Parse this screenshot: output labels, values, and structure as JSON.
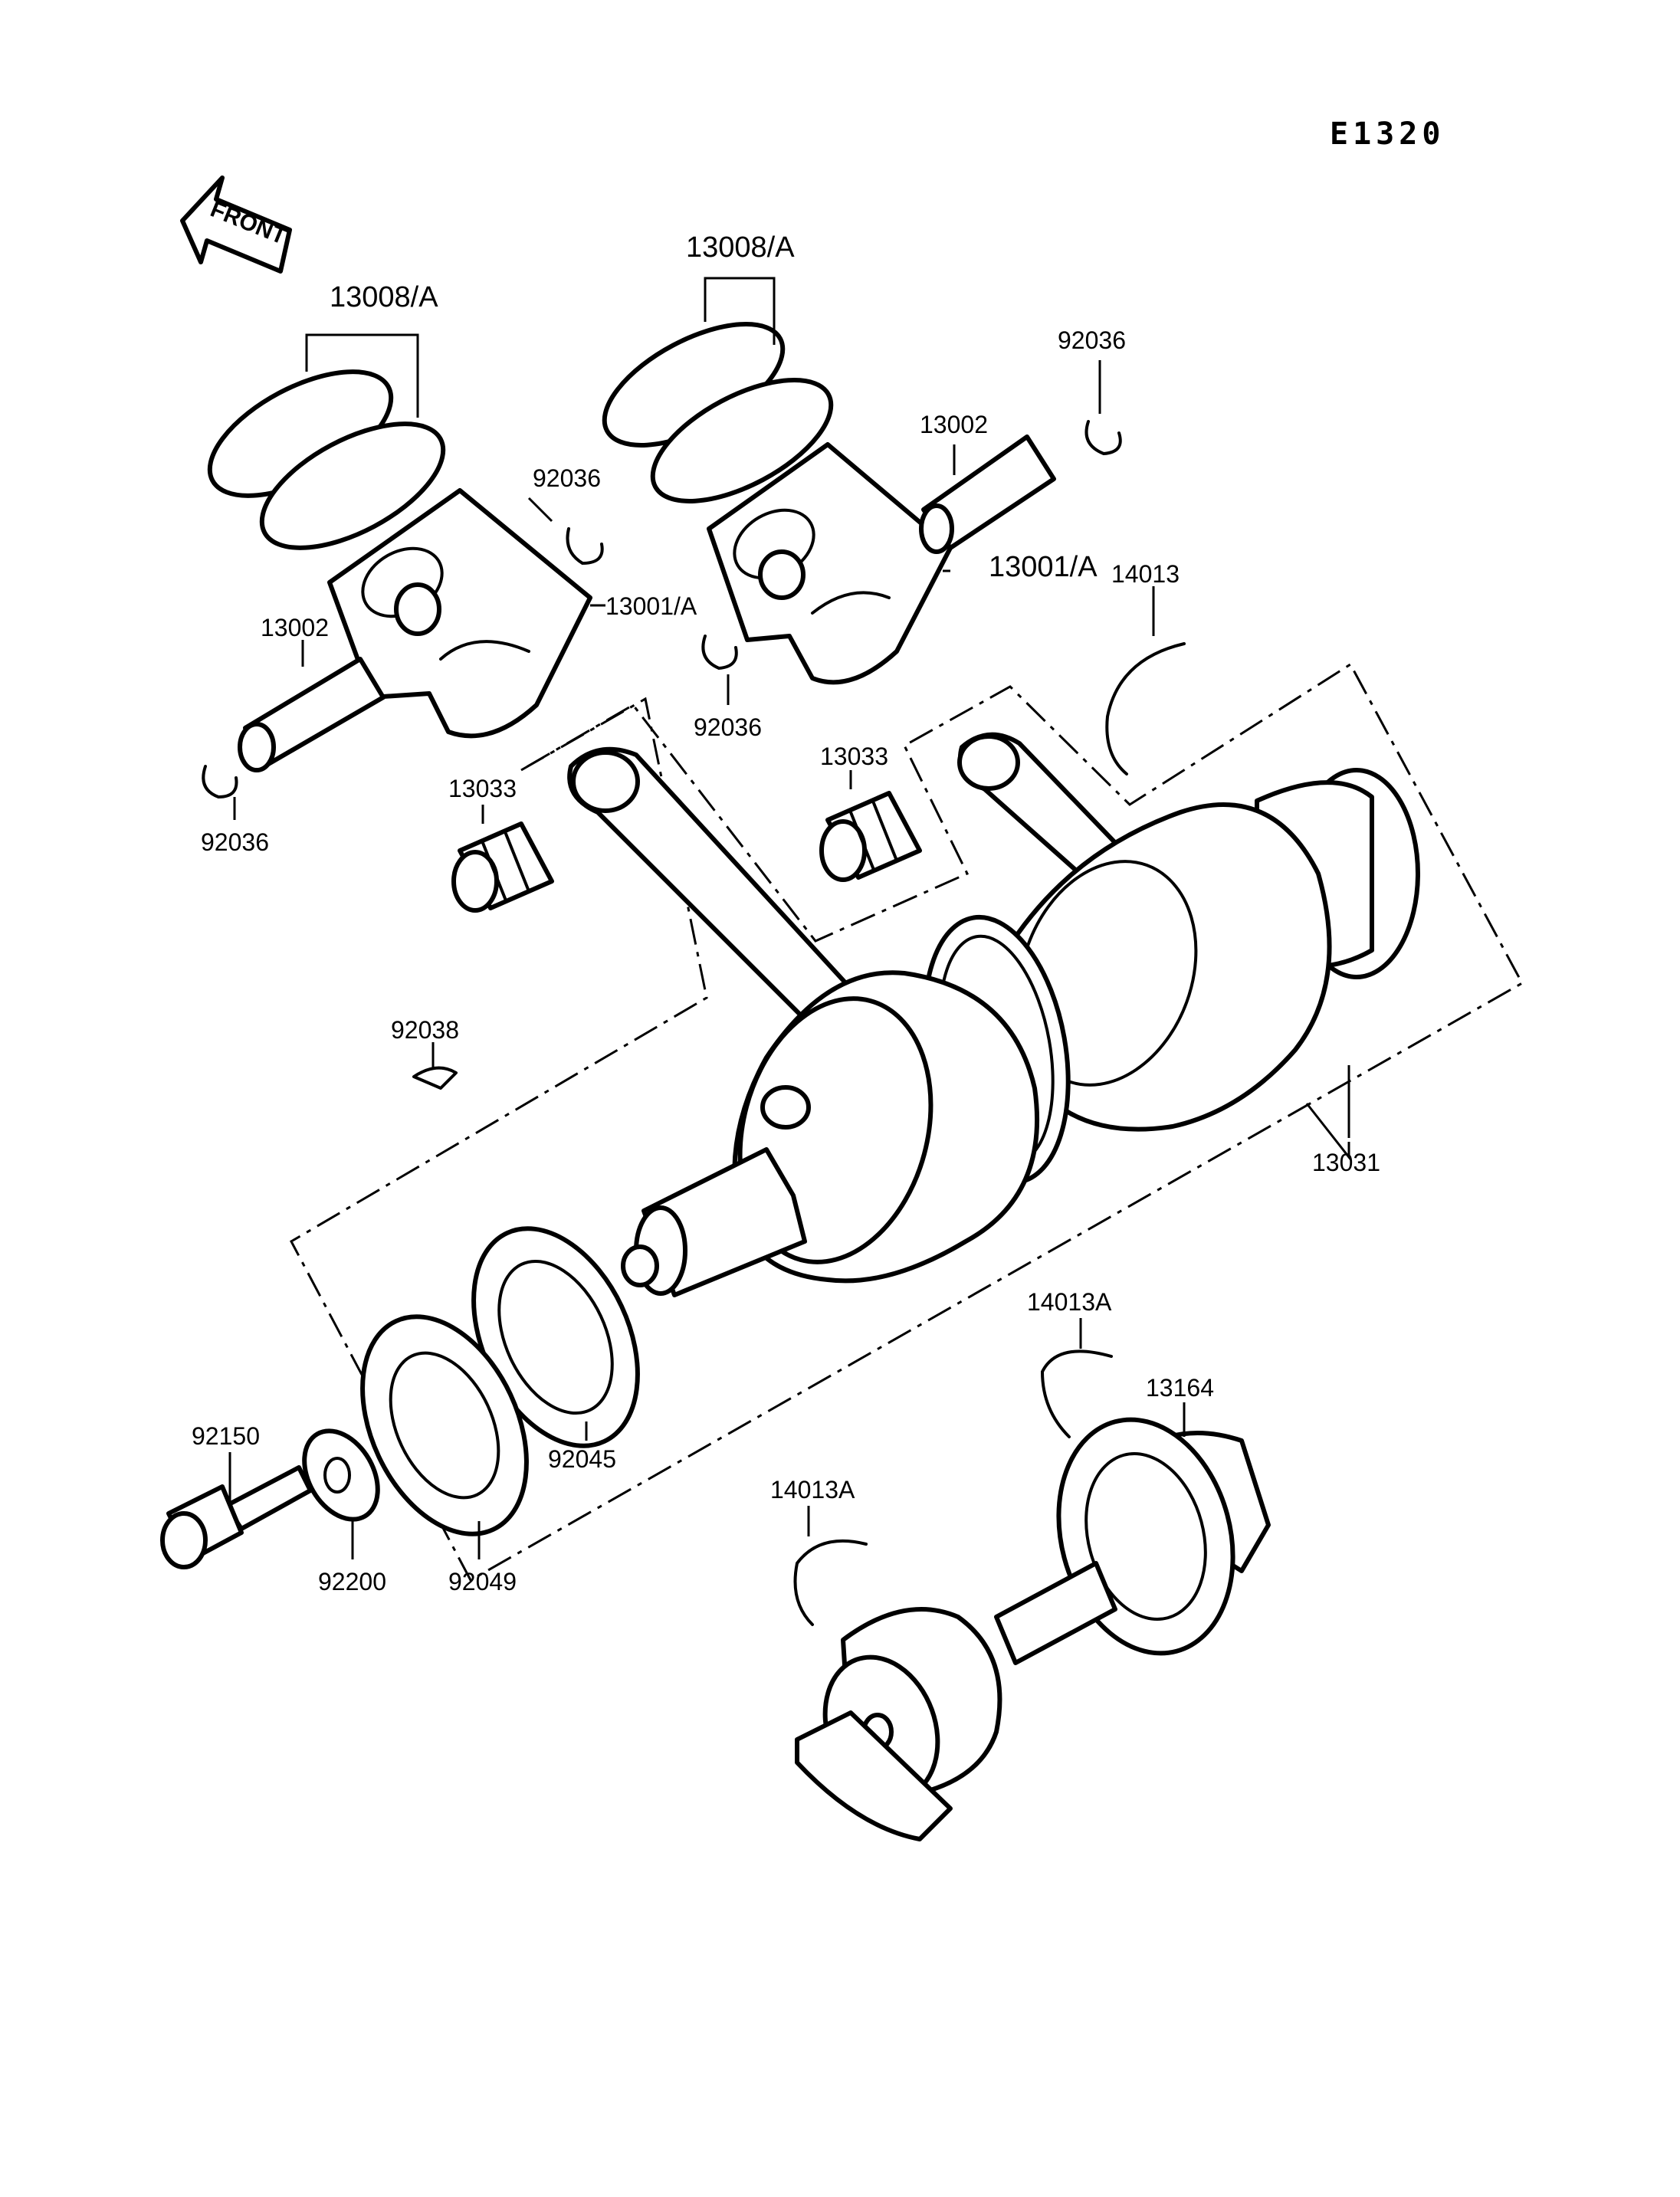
{
  "diagram_code": "E1320",
  "direction_label": "FRONT",
  "labels": {
    "rings_left": "13008/A",
    "rings_right": "13008/A",
    "clip_top_right": "92036",
    "clip_left_upper": "92036",
    "clip_center": "92036",
    "clip_left_lower": "92036",
    "pin_right": "13002",
    "pin_left": "13002",
    "piston_left": "13001/A",
    "piston_right": "13001/A",
    "key_top": "14013",
    "bearing_left": "13033",
    "bearing_right": "13033",
    "key_small": "92038",
    "crankshaft": "13031",
    "key_lower_a": "14013A",
    "key_lower_b": "14013A",
    "balancer": "13164",
    "bolt": "92150",
    "washer": "92200",
    "oil_seal": "92049",
    "ball_bearing": "92045"
  }
}
